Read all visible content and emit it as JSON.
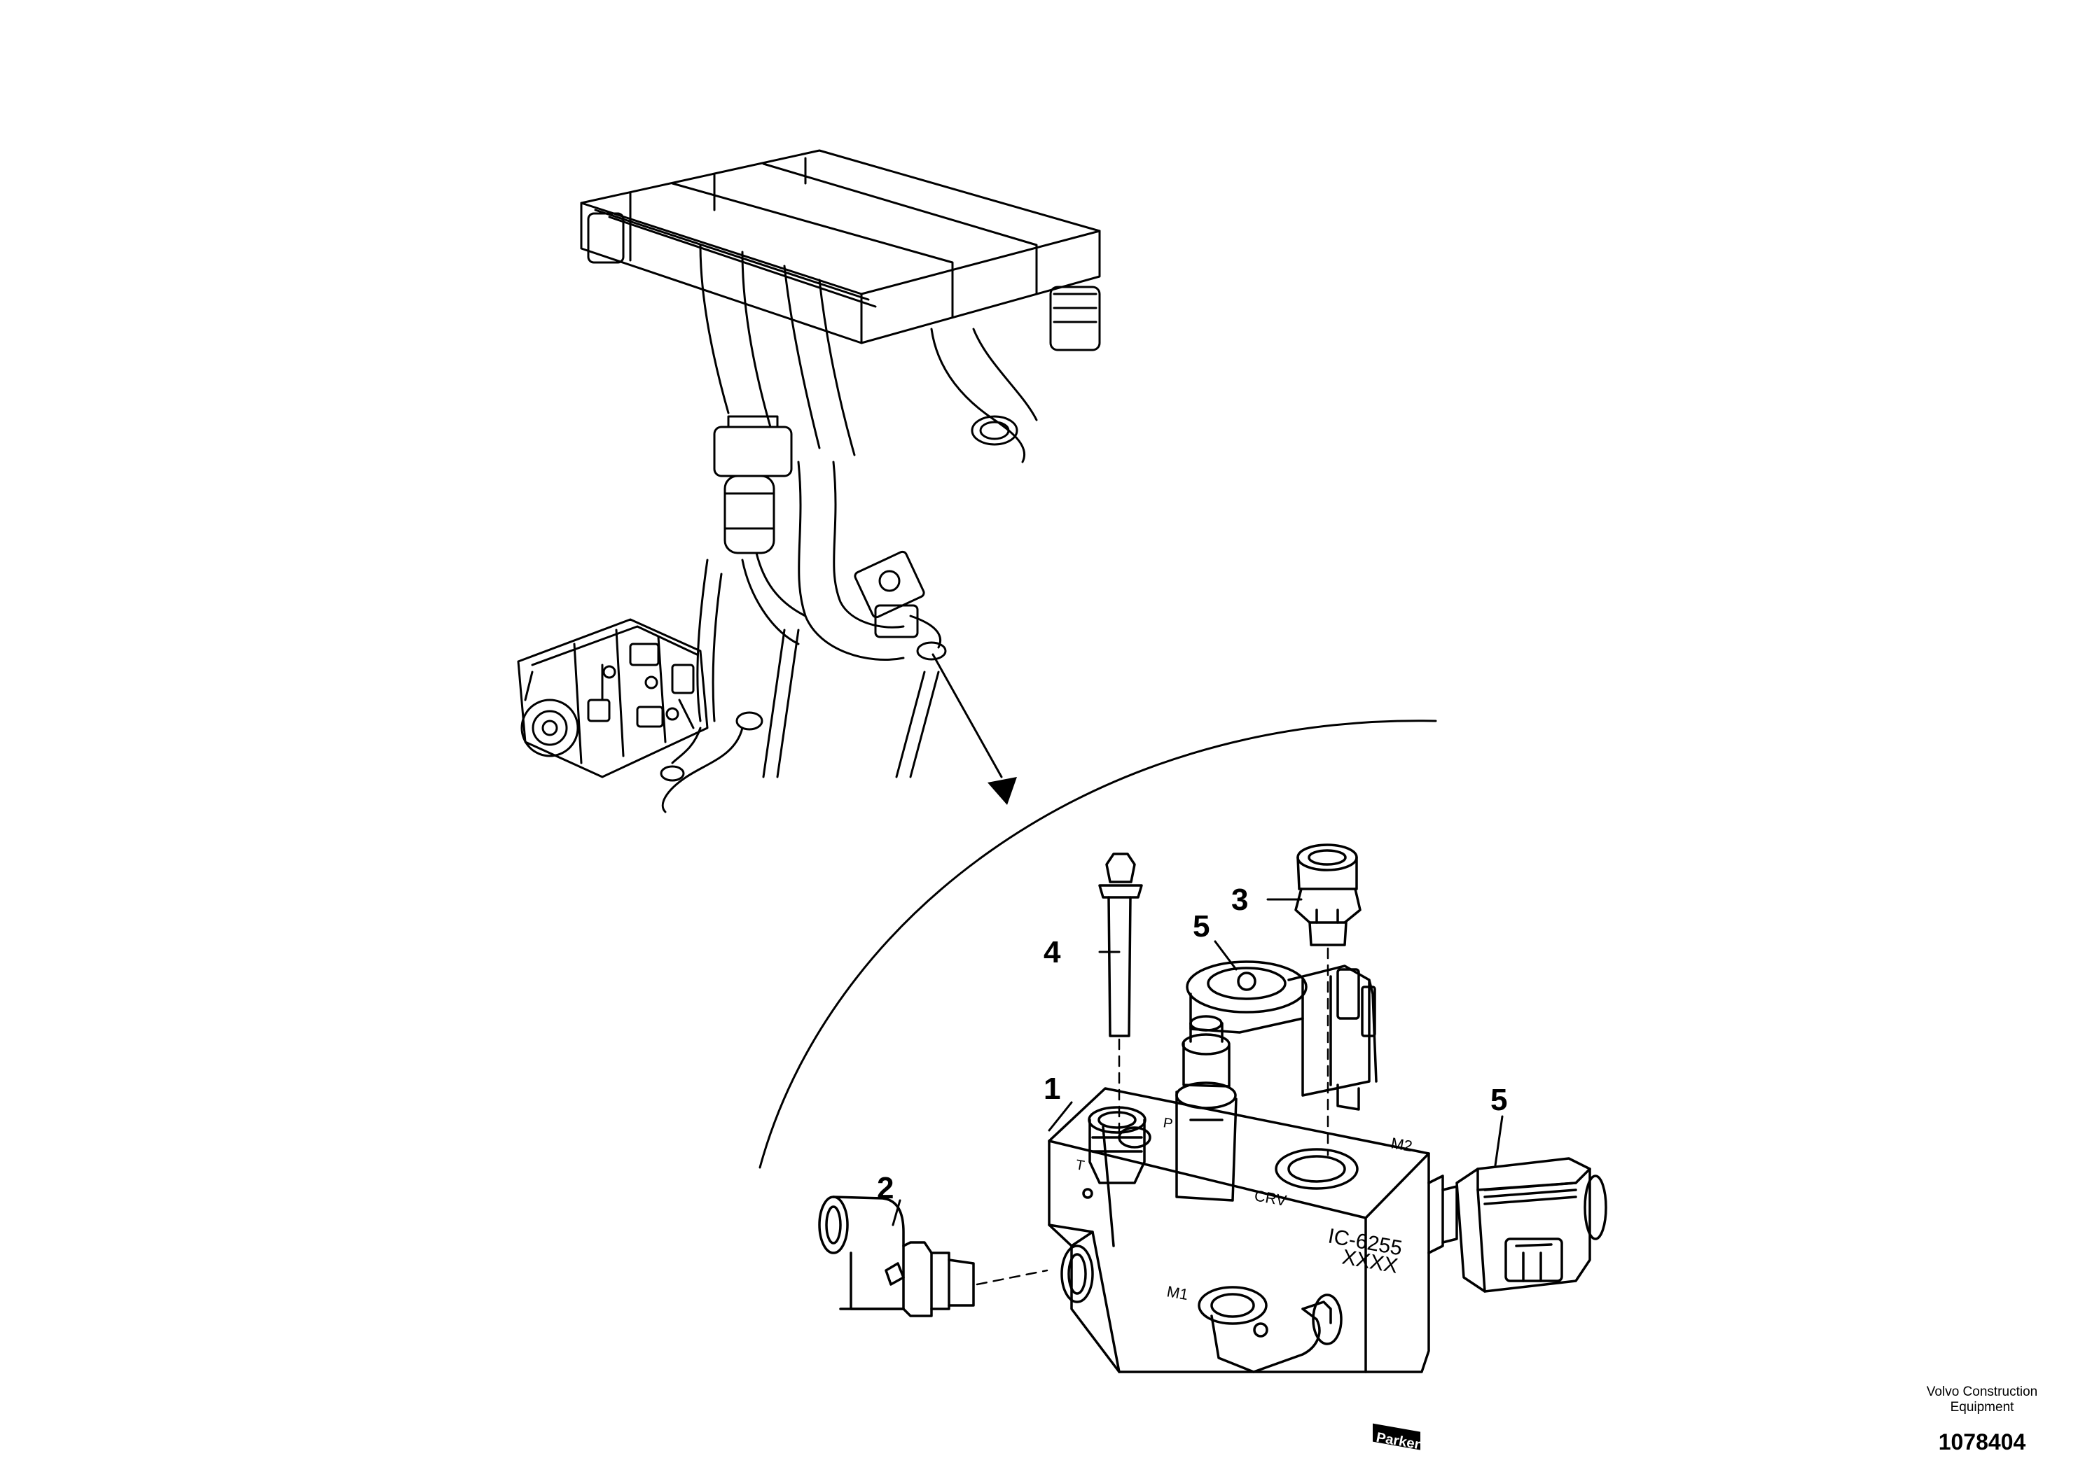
{
  "callouts": {
    "c1": "1",
    "c2": "2",
    "c3": "3",
    "c4": "4",
    "c5a": "5",
    "c5b": "5"
  },
  "block_markings": {
    "brand": "Parker",
    "part_code": "IC-6255",
    "serial": "XXXX",
    "port_m1": "M1",
    "port_m2": "M2",
    "port_crv": "CRV",
    "port_p": "P",
    "port_t": "T"
  },
  "footer": {
    "company_line1": "Volvo Construction",
    "company_line2": "Equipment",
    "drawing_number": "1078404"
  }
}
